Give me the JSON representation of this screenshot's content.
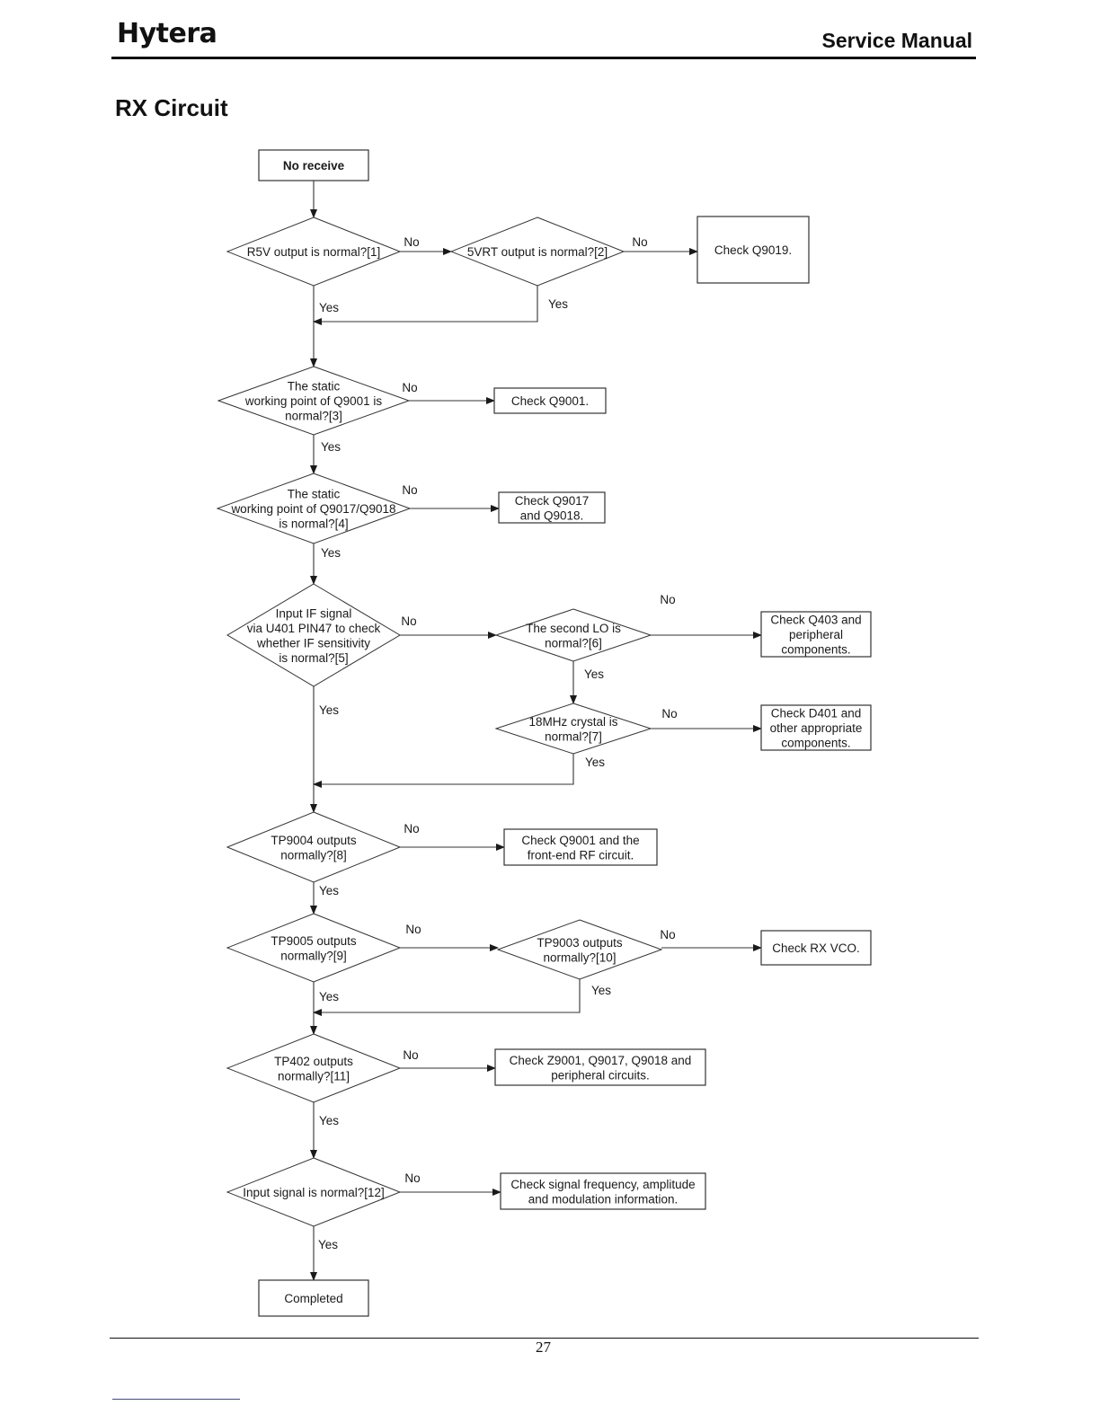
{
  "header": {
    "brand": "Hytera",
    "doc_type": "Service Manual"
  },
  "section_title": "RX Circuit",
  "flowchart": {
    "nodes": {
      "start": {
        "shape": "box",
        "lines": [
          "No receive"
        ]
      },
      "d1": {
        "shape": "diamond",
        "lines": [
          "R5V output is normal?[1]"
        ]
      },
      "d2": {
        "shape": "diamond",
        "lines": [
          "5VRT output is normal?[2]"
        ]
      },
      "a2": {
        "shape": "box",
        "lines": [
          "Check Q9019."
        ]
      },
      "d3": {
        "shape": "diamond",
        "lines": [
          "The static",
          "working point of Q9001 is",
          "normal?[3]"
        ]
      },
      "a3": {
        "shape": "box",
        "lines": [
          "Check  Q9001."
        ]
      },
      "d4": {
        "shape": "diamond",
        "lines": [
          "The static",
          "working point of Q9017/Q9018",
          "is normal?[4]"
        ]
      },
      "a4": {
        "shape": "box",
        "lines": [
          "Check  Q9017",
          "and Q9018."
        ]
      },
      "d5": {
        "shape": "diamond",
        "lines": [
          "Input IF signal",
          "via U401 PIN47 to check",
          "whether IF sensitivity",
          "is normal?[5]"
        ]
      },
      "d6": {
        "shape": "diamond",
        "lines": [
          "The second LO is",
          "normal?[6]"
        ]
      },
      "a6": {
        "shape": "box",
        "lines": [
          "Check Q403 and",
          "peripheral",
          "components."
        ]
      },
      "d7": {
        "shape": "diamond",
        "lines": [
          "18MHz crystal is",
          "normal?[7]"
        ]
      },
      "a7": {
        "shape": "box",
        "lines": [
          "Check D401 and",
          "other appropriate",
          "components."
        ]
      },
      "d8": {
        "shape": "diamond",
        "lines": [
          "TP9004 outputs",
          "normally?[8]"
        ]
      },
      "a8": {
        "shape": "box",
        "lines": [
          "Check Q9001 and the",
          "front-end RF circuit."
        ]
      },
      "d9": {
        "shape": "diamond",
        "lines": [
          "TP9005 outputs",
          "normally?[9]"
        ]
      },
      "d10": {
        "shape": "diamond",
        "lines": [
          "TP9003 outputs",
          "normally?[10]"
        ]
      },
      "a10": {
        "shape": "box",
        "lines": [
          "Check RX VCO."
        ]
      },
      "d11": {
        "shape": "diamond",
        "lines": [
          "TP402 outputs",
          "normally?[11]"
        ]
      },
      "a11": {
        "shape": "box",
        "lines": [
          "Check  Z9001, Q9017,  Q9018 and",
          "peripheral circuits."
        ]
      },
      "d12": {
        "shape": "diamond",
        "lines": [
          "Input signal is normal?[12]"
        ]
      },
      "a12": {
        "shape": "box",
        "lines": [
          "Check signal frequency, amplitude",
          "and modulation information."
        ]
      },
      "end": {
        "shape": "box",
        "lines": [
          "Completed"
        ]
      }
    },
    "edges": [
      {
        "from": "start",
        "to": "d1",
        "label": ""
      },
      {
        "from": "d1",
        "to": "d2",
        "label": "No"
      },
      {
        "from": "d2",
        "to": "a2",
        "label": "No"
      },
      {
        "from": "d1",
        "to": "d3",
        "label": "Yes"
      },
      {
        "from": "d2",
        "to": "d3",
        "label": "Yes"
      },
      {
        "from": "d3",
        "to": "a3",
        "label": "No"
      },
      {
        "from": "d3",
        "to": "d4",
        "label": "Yes"
      },
      {
        "from": "d4",
        "to": "a4",
        "label": "No"
      },
      {
        "from": "d4",
        "to": "d5",
        "label": "Yes"
      },
      {
        "from": "d5",
        "to": "d6",
        "label": "No"
      },
      {
        "from": "d6",
        "to": "a6",
        "label": "No"
      },
      {
        "from": "d6",
        "to": "d7",
        "label": "Yes"
      },
      {
        "from": "d7",
        "to": "a7",
        "label": "No"
      },
      {
        "from": "d5",
        "to": "d8",
        "label": "Yes"
      },
      {
        "from": "d7",
        "to": "d8",
        "label": "Yes"
      },
      {
        "from": "d8",
        "to": "a8",
        "label": "No"
      },
      {
        "from": "d8",
        "to": "d9",
        "label": "Yes"
      },
      {
        "from": "d9",
        "to": "d10",
        "label": "No"
      },
      {
        "from": "d10",
        "to": "a10",
        "label": "No"
      },
      {
        "from": "d9",
        "to": "d11",
        "label": "Yes"
      },
      {
        "from": "d10",
        "to": "d11",
        "label": "Yes"
      },
      {
        "from": "d11",
        "to": "a11",
        "label": "No"
      },
      {
        "from": "d11",
        "to": "d12",
        "label": "Yes"
      },
      {
        "from": "d12",
        "to": "a12",
        "label": "No"
      },
      {
        "from": "d12",
        "to": "end",
        "label": "Yes"
      }
    ]
  },
  "footer": {
    "page_number": "27"
  }
}
